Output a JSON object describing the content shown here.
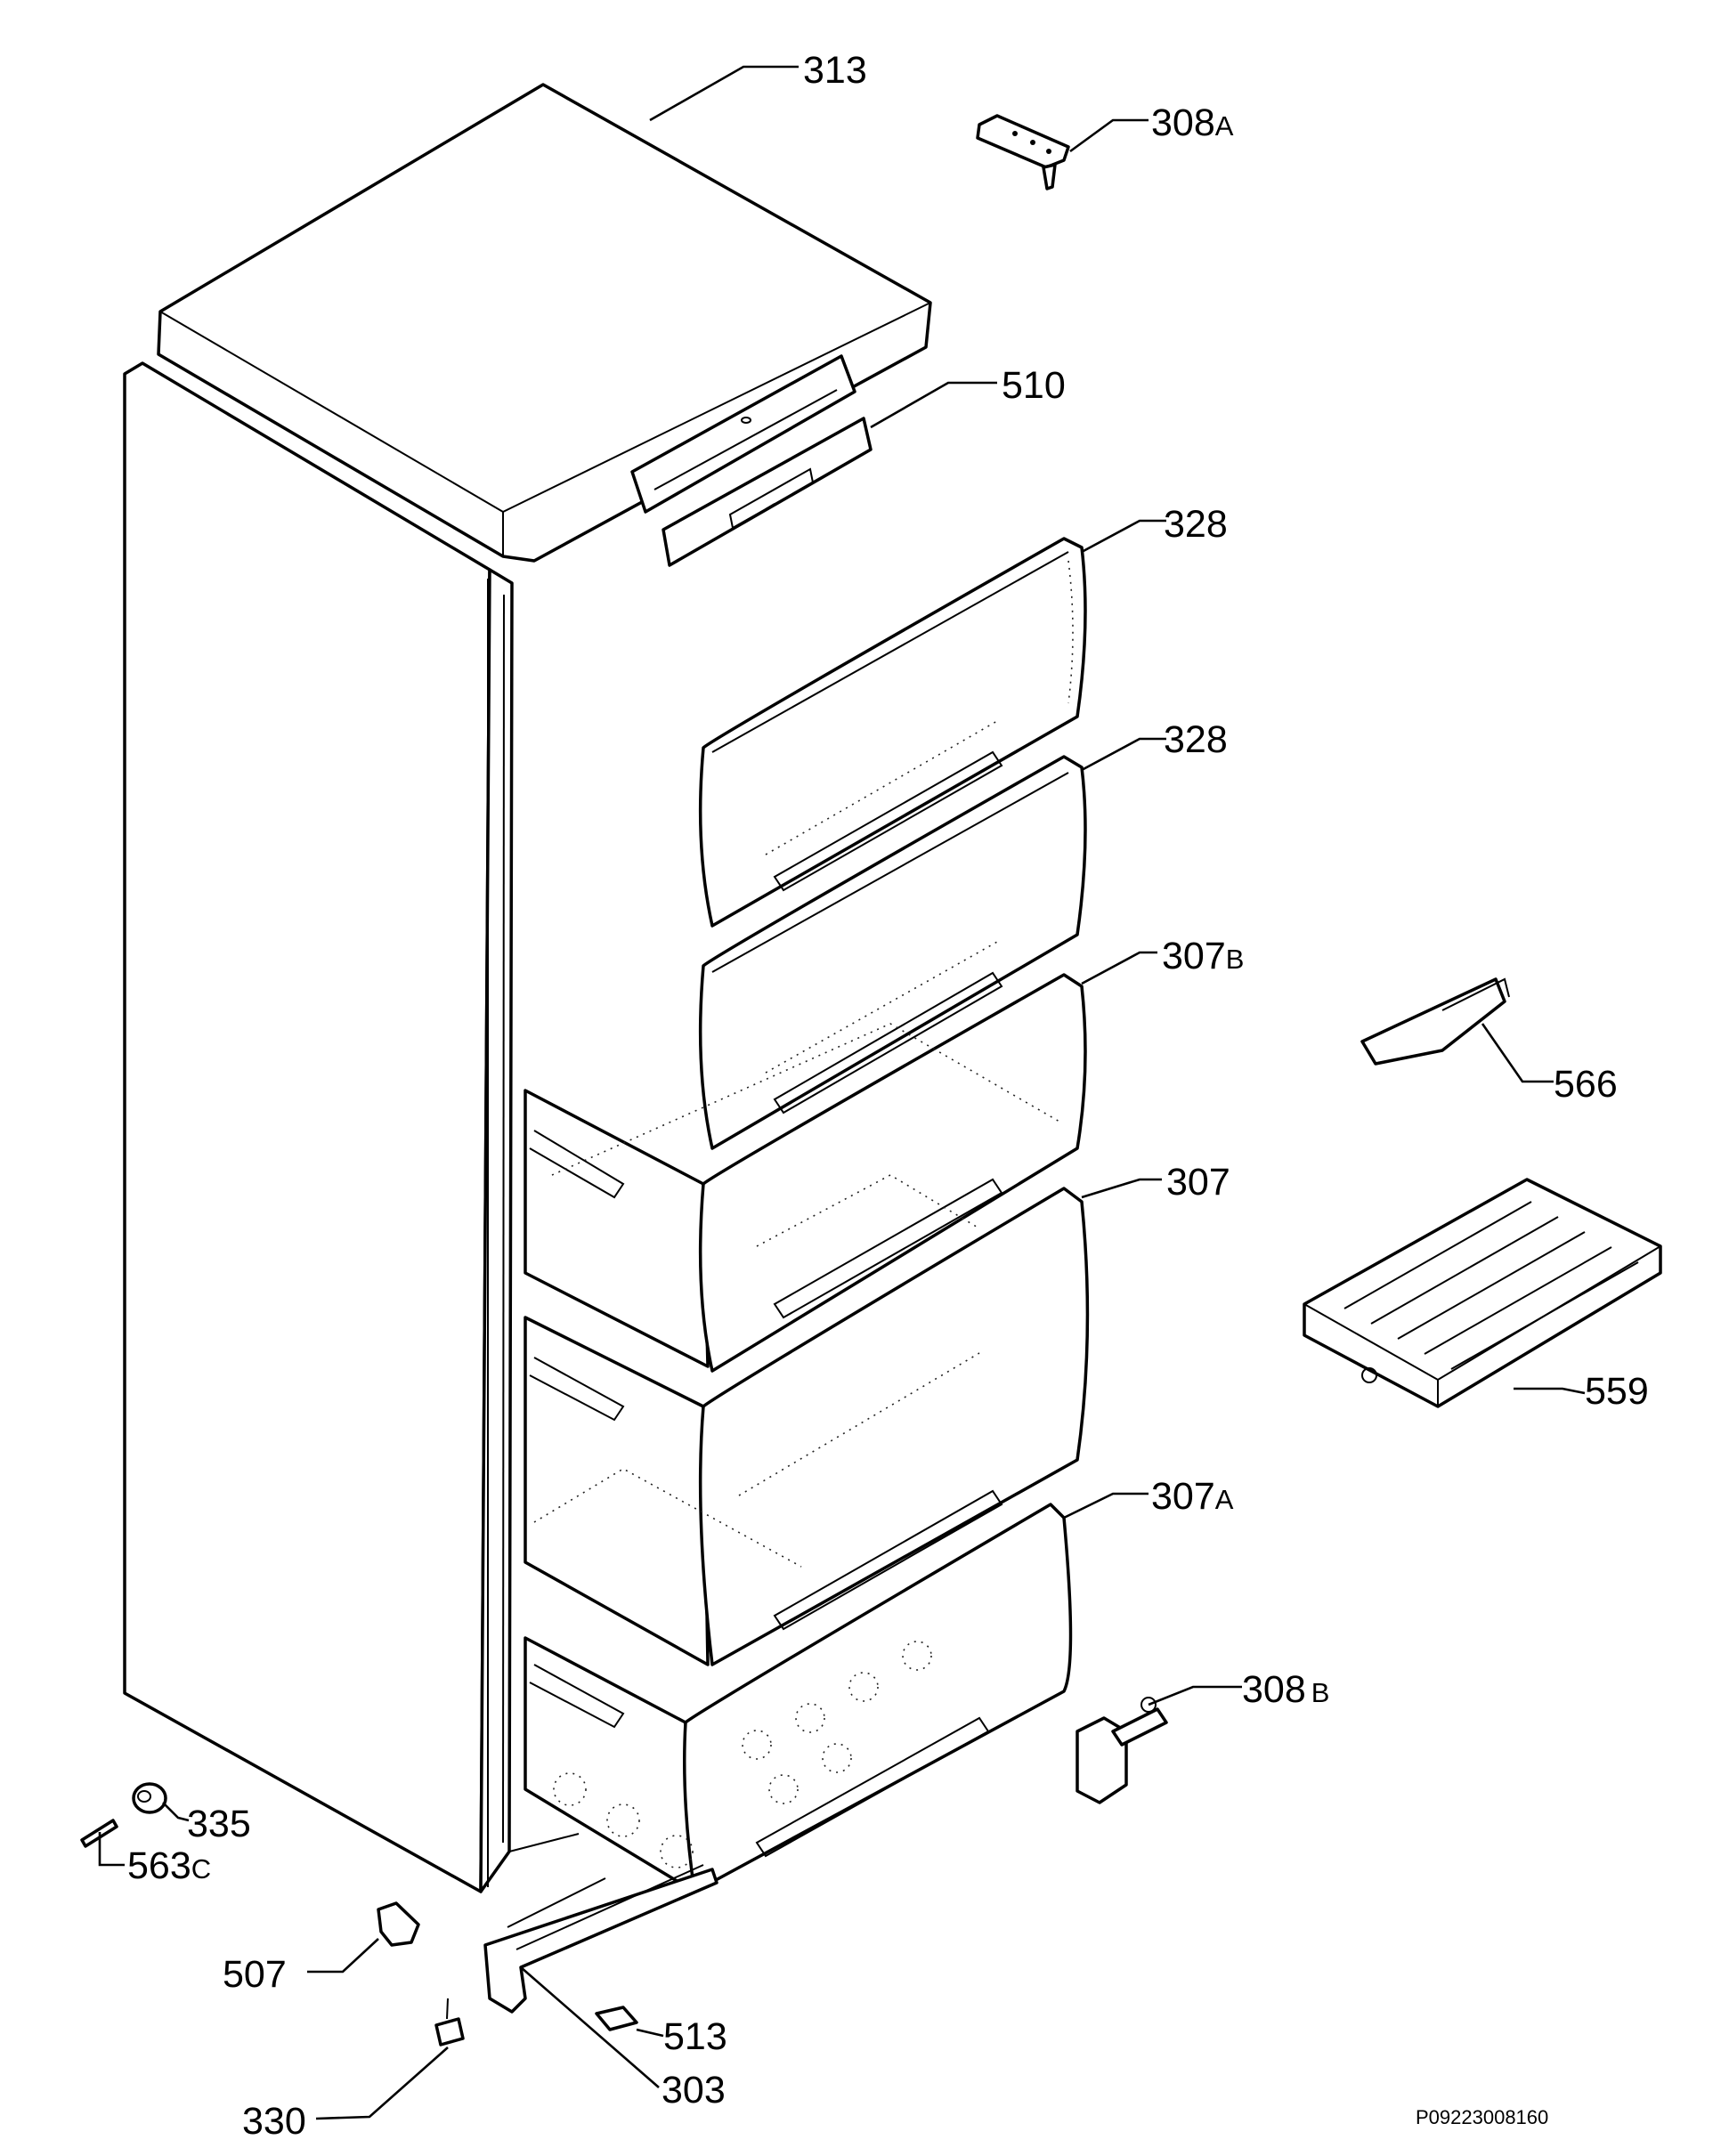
{
  "callouts": {
    "c313": {
      "num": "313",
      "suffix": ""
    },
    "c308a": {
      "num": "308",
      "suffix": "A"
    },
    "c510": {
      "num": "510",
      "suffix": ""
    },
    "c328a": {
      "num": "328",
      "suffix": ""
    },
    "c328b": {
      "num": "328",
      "suffix": ""
    },
    "c307b": {
      "num": "307",
      "suffix": "B"
    },
    "c566": {
      "num": "566",
      "suffix": ""
    },
    "c307": {
      "num": "307",
      "suffix": ""
    },
    "c559": {
      "num": "559",
      "suffix": ""
    },
    "c307a": {
      "num": "307",
      "suffix": "A"
    },
    "c308b": {
      "num": "308",
      "suffix": "B"
    },
    "c335": {
      "num": "335",
      "suffix": ""
    },
    "c563c": {
      "num": "563",
      "suffix": "C"
    },
    "c507": {
      "num": "507",
      "suffix": ""
    },
    "c513": {
      "num": "513",
      "suffix": ""
    },
    "c303": {
      "num": "303",
      "suffix": ""
    },
    "c330": {
      "num": "330",
      "suffix": ""
    }
  },
  "reference_code": "P09223008160"
}
